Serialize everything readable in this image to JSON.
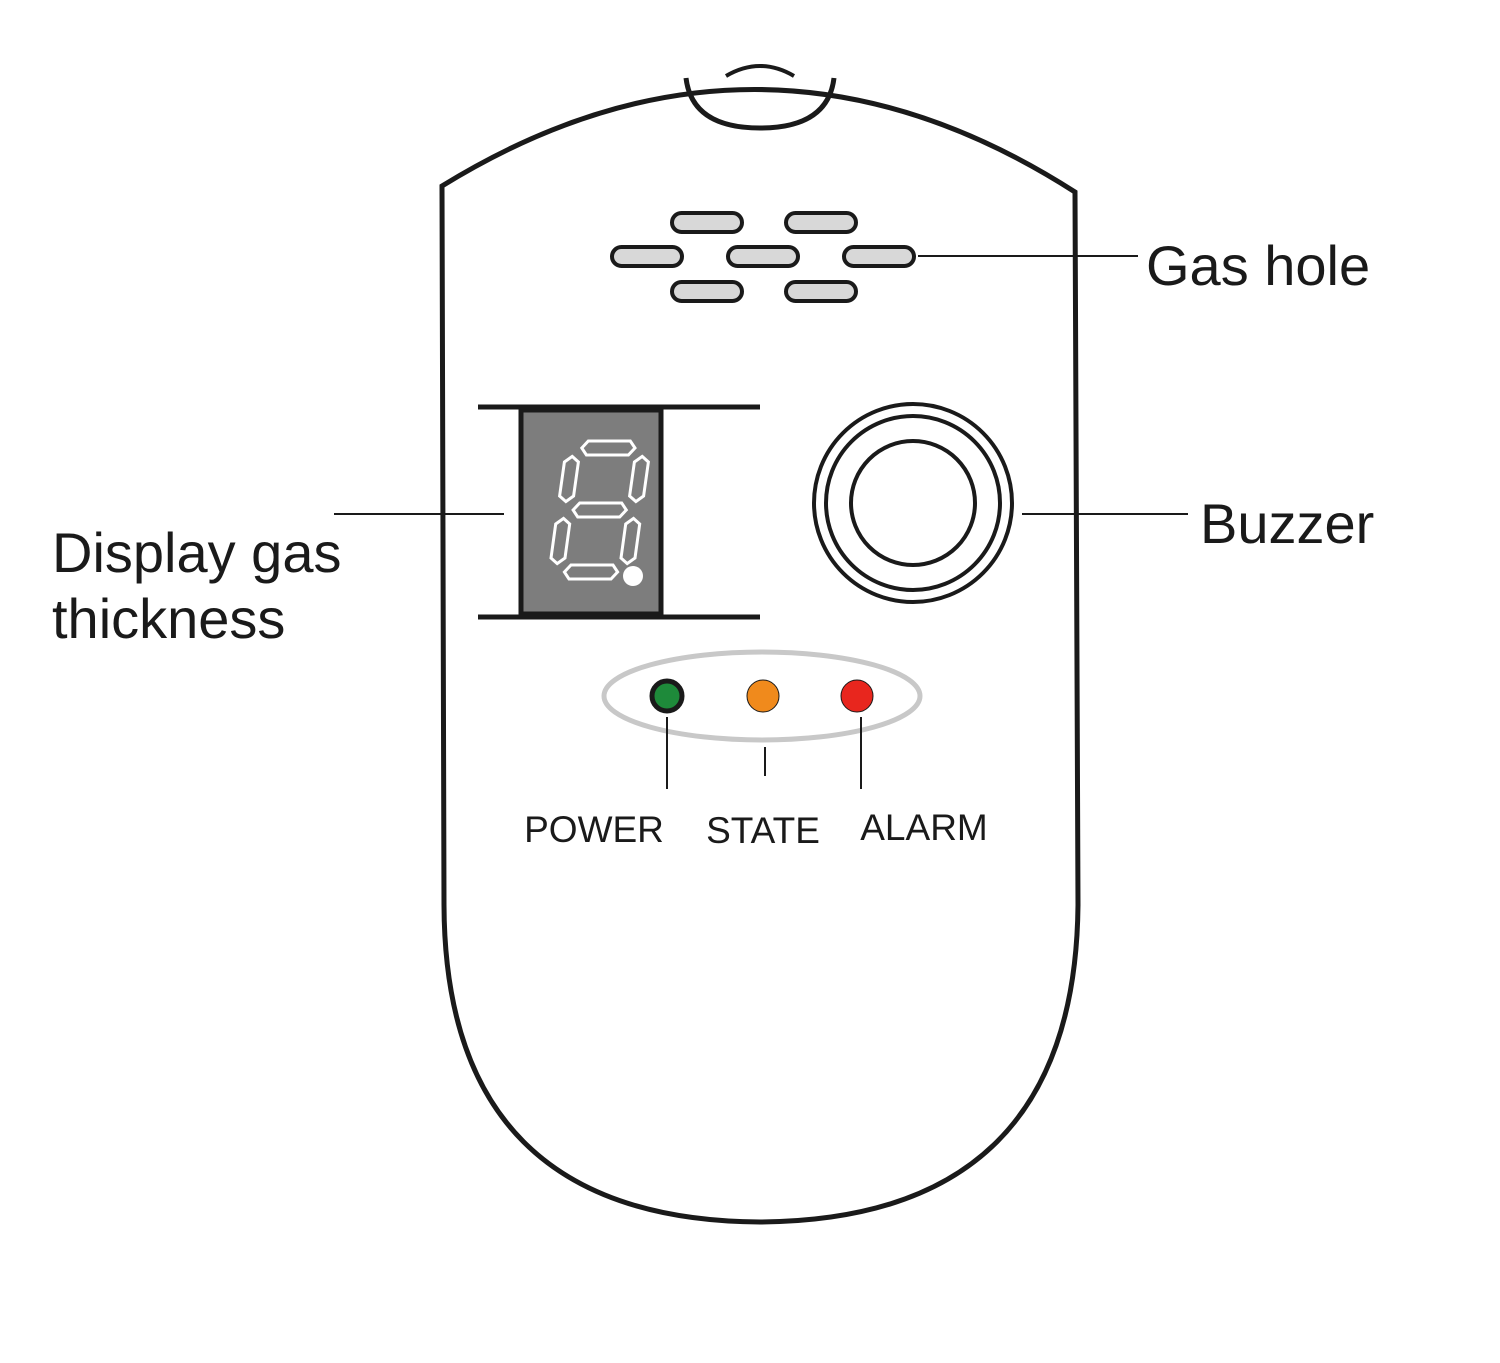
{
  "callouts": {
    "gas_hole": "Gas hole",
    "buzzer": "Buzzer",
    "display_line1": "Display gas",
    "display_line2": "thickness"
  },
  "indicators": [
    {
      "label": "POWER",
      "color": "#1e8a3a"
    },
    {
      "label": "STATE",
      "color": "#f08a1c"
    },
    {
      "label": "ALARM",
      "color": "#e8261e"
    }
  ],
  "display": {
    "digit": "8",
    "screen_color": "#7d7d7d",
    "segment_color": "#ffffff"
  },
  "colors": {
    "outline": "#1a1a1a",
    "vent_fill": "#d8d8d8",
    "led_ring": "#c8c8c8"
  }
}
